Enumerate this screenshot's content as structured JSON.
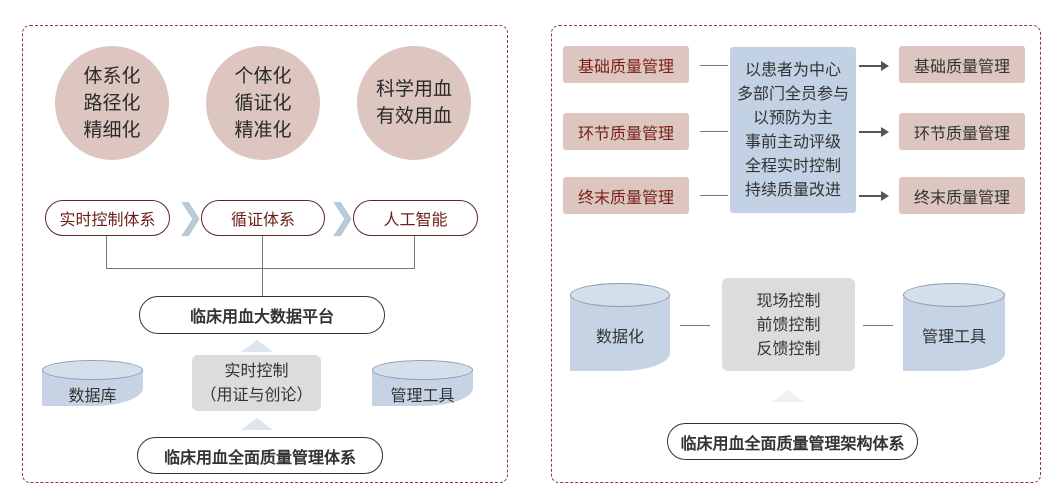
{
  "left": {
    "circles": [
      "体系化\n路径化\n精细化",
      "个体化\n循证化\n精准化",
      "科学用血\n有效用血"
    ],
    "pills": [
      "实时控制体系",
      "循证体系",
      "人工智能"
    ],
    "platform": "临床用血大数据平台",
    "database": "数据库",
    "control": "实时控制\n（用证与创论）",
    "tools": "管理工具",
    "bottom": "临床用血全面质量管理体系"
  },
  "right": {
    "left_boxes": [
      "基础质量管理",
      "环节质量管理",
      "终末质量管理"
    ],
    "center": "以患者为中心\n多部门全员参与\n以预防为主\n事前主动评级\n全程实时控制\n持续质量改进",
    "right_boxes": [
      "基础质量管理",
      "环节质量管理",
      "终末质量管理"
    ],
    "digital": "数据化",
    "controls": "现场控制\n前馈控制\n反馈控制",
    "tools": "管理工具",
    "bottom": "临床用血全面质量管理架构体系"
  }
}
